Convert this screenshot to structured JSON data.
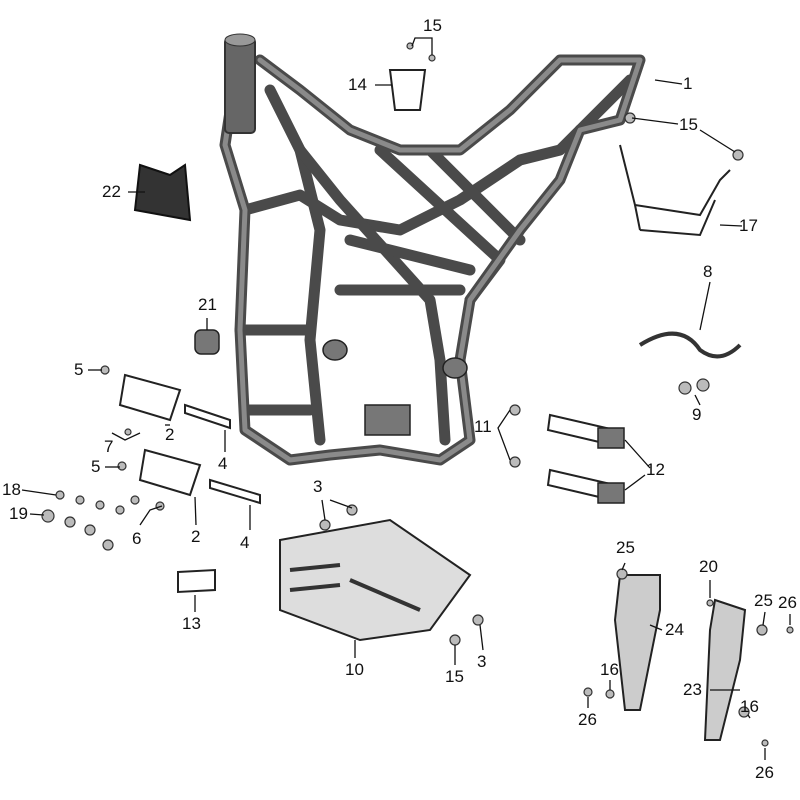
{
  "diagram": {
    "title": "Frame exploded parts view",
    "callouts": [
      "1",
      "15",
      "14",
      "15",
      "17",
      "22",
      "8",
      "9",
      "21",
      "5",
      "2",
      "7",
      "4",
      "11",
      "12",
      "5",
      "18",
      "19",
      "6",
      "2",
      "4",
      "3",
      "25",
      "20",
      "25",
      "26",
      "24",
      "13",
      "10",
      "3",
      "15",
      "16",
      "26",
      "23",
      "16",
      "26"
    ]
  }
}
